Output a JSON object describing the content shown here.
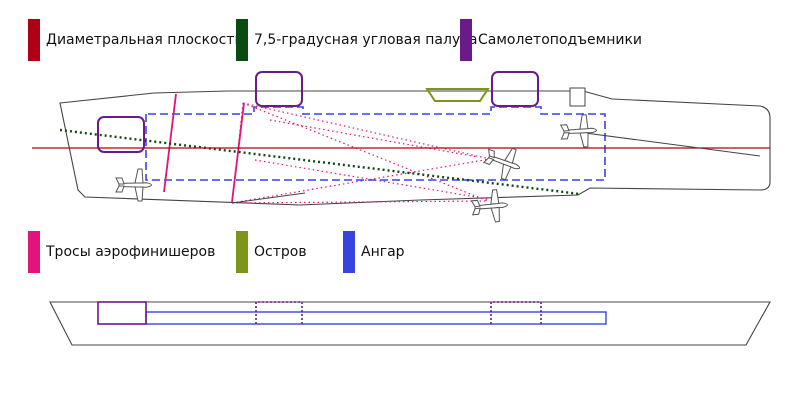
{
  "legend": [
    {
      "key": "centerline",
      "label": "Диаметральная плоскость",
      "color": "#b00014"
    },
    {
      "key": "angled_deck",
      "label": "7,5-градусная угловая палуба",
      "color": "#0b4a12"
    },
    {
      "key": "lifts",
      "label": "Самолетоподъемники",
      "color": "#6a1b8a"
    },
    {
      "key": "arrestor_wires",
      "label": "Тросы аэрофинишеров",
      "color": "#e0147a"
    },
    {
      "key": "island",
      "label": "Остров",
      "color": "#7d961a"
    },
    {
      "key": "hangar",
      "label": "Ангар",
      "color": "#3844e0"
    }
  ],
  "colors": {
    "outline": "#444444",
    "aircraft": "#555555"
  }
}
